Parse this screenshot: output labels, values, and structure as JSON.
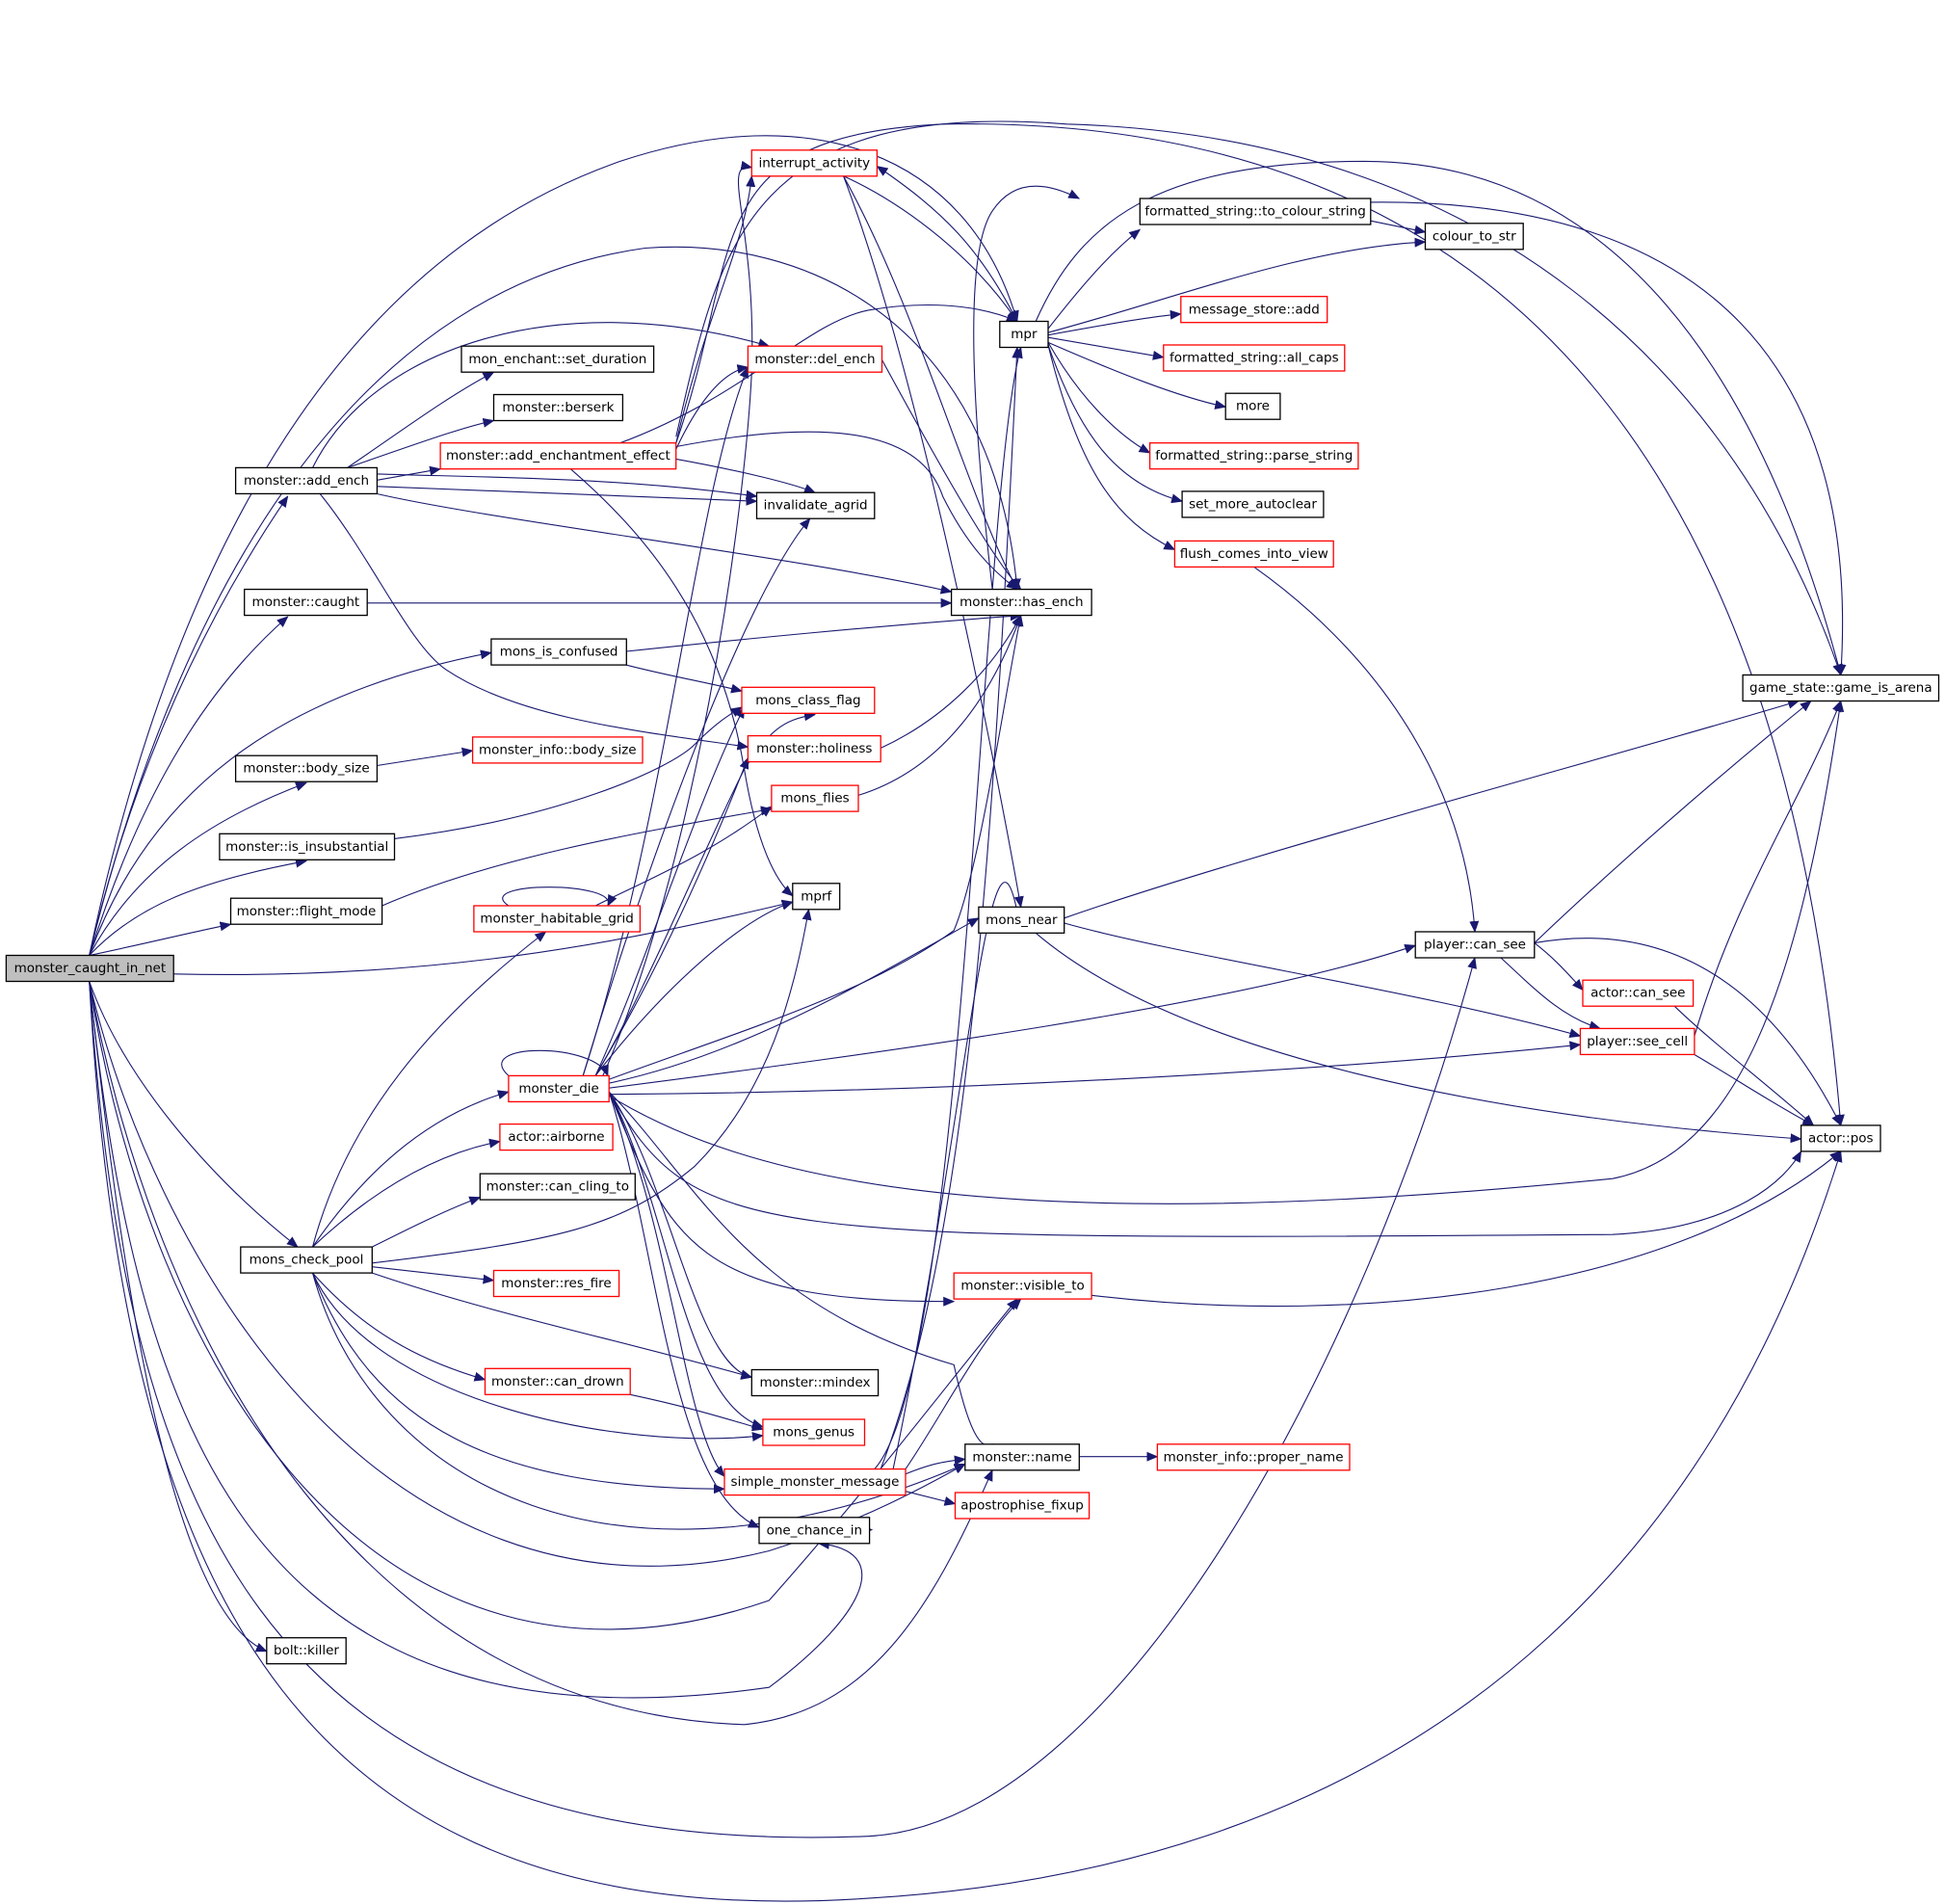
{
  "colors": {
    "edge": "#191970",
    "node_border_default": "#000000",
    "node_border_truncated": "#ff0000",
    "root_fill": "#bfbfbf",
    "node_fill": "#ffffff"
  },
  "nodes": [
    {
      "id": "root",
      "label": "monster_caught_in_net",
      "style": "root"
    },
    {
      "id": "add_ench",
      "label": "monster::add_ench",
      "style": "default"
    },
    {
      "id": "caught",
      "label": "monster::caught",
      "style": "default"
    },
    {
      "id": "is_confused",
      "label": "mons_is_confused",
      "style": "default"
    },
    {
      "id": "body_size",
      "label": "monster::body_size",
      "style": "default"
    },
    {
      "id": "insubstantial",
      "label": "monster::is_insubstantial",
      "style": "default"
    },
    {
      "id": "flight_mode",
      "label": "monster::flight_mode",
      "style": "default"
    },
    {
      "id": "check_pool",
      "label": "mons_check_pool",
      "style": "default"
    },
    {
      "id": "bolt_killer",
      "label": "bolt::killer",
      "style": "default"
    },
    {
      "id": "set_duration",
      "label": "mon_enchant::set_duration",
      "style": "default"
    },
    {
      "id": "berserk",
      "label": "monster::berserk",
      "style": "default"
    },
    {
      "id": "add_ench_effect",
      "label": "monster::add_enchantment_effect",
      "style": "truncated"
    },
    {
      "id": "info_body_size",
      "label": "monster_info::body_size",
      "style": "truncated"
    },
    {
      "id": "habitable_grid",
      "label": "monster_habitable_grid",
      "style": "truncated"
    },
    {
      "id": "monster_die",
      "label": "monster_die",
      "style": "truncated"
    },
    {
      "id": "airborne",
      "label": "actor::airborne",
      "style": "truncated"
    },
    {
      "id": "can_cling",
      "label": "monster::can_cling_to",
      "style": "default"
    },
    {
      "id": "res_fire",
      "label": "monster::res_fire",
      "style": "truncated"
    },
    {
      "id": "can_drown",
      "label": "monster::can_drown",
      "style": "truncated"
    },
    {
      "id": "interrupt",
      "label": "interrupt_activity",
      "style": "truncated"
    },
    {
      "id": "del_ench",
      "label": "monster::del_ench",
      "style": "truncated"
    },
    {
      "id": "invalidate",
      "label": "invalidate_agrid",
      "style": "default"
    },
    {
      "id": "class_flag",
      "label": "mons_class_flag",
      "style": "truncated"
    },
    {
      "id": "holiness",
      "label": "monster::holiness",
      "style": "truncated"
    },
    {
      "id": "flies",
      "label": "mons_flies",
      "style": "truncated"
    },
    {
      "id": "mprf",
      "label": "mprf",
      "style": "default"
    },
    {
      "id": "mindex",
      "label": "monster::mindex",
      "style": "default"
    },
    {
      "id": "genus",
      "label": "mons_genus",
      "style": "truncated"
    },
    {
      "id": "simple_msg",
      "label": "simple_monster_message",
      "style": "truncated"
    },
    {
      "id": "one_chance",
      "label": "one_chance_in",
      "style": "default"
    },
    {
      "id": "mpr",
      "label": "mpr",
      "style": "default"
    },
    {
      "id": "has_ench",
      "label": "monster::has_ench",
      "style": "default"
    },
    {
      "id": "mons_near",
      "label": "mons_near",
      "style": "default"
    },
    {
      "id": "visible_to",
      "label": "monster::visible_to",
      "style": "truncated"
    },
    {
      "id": "mon_name",
      "label": "monster::name",
      "style": "default"
    },
    {
      "id": "apostrophise",
      "label": "apostrophise_fixup",
      "style": "truncated"
    },
    {
      "id": "to_colour",
      "label": "formatted_string::to_colour_string",
      "style": "default"
    },
    {
      "id": "msg_add",
      "label": "message_store::add",
      "style": "truncated"
    },
    {
      "id": "all_caps",
      "label": "formatted_string::all_caps",
      "style": "truncated"
    },
    {
      "id": "more",
      "label": "more",
      "style": "default"
    },
    {
      "id": "parse_string",
      "label": "formatted_string::parse_string",
      "style": "truncated"
    },
    {
      "id": "set_more",
      "label": "set_more_autoclear",
      "style": "default"
    },
    {
      "id": "flush_view",
      "label": "flush_comes_into_view",
      "style": "truncated"
    },
    {
      "id": "proper_name",
      "label": "monster_info::proper_name",
      "style": "truncated"
    },
    {
      "id": "colour_to_str",
      "label": "colour_to_str",
      "style": "default"
    },
    {
      "id": "player_can_see",
      "label": "player::can_see",
      "style": "default"
    },
    {
      "id": "actor_can_see",
      "label": "actor::can_see",
      "style": "truncated"
    },
    {
      "id": "see_cell",
      "label": "player::see_cell",
      "style": "truncated"
    },
    {
      "id": "game_arena",
      "label": "game_state::game_is_arena",
      "style": "default"
    },
    {
      "id": "actor_pos",
      "label": "actor::pos",
      "style": "default"
    }
  ]
}
